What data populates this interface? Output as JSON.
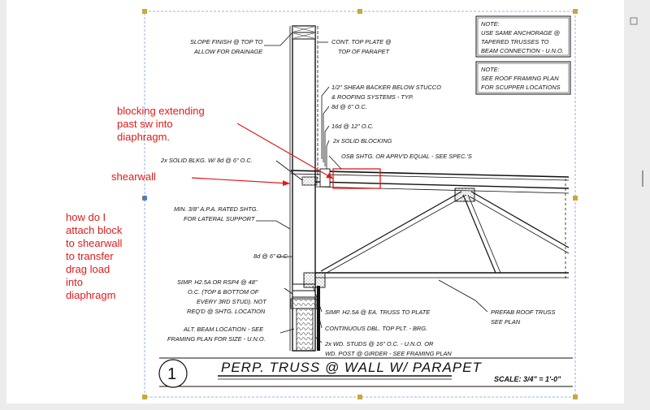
{
  "labels_left": [
    "SLOPE FINISH @ TOP TO",
    "ALLOW FOR DRAINAGE",
    "2x SOLID BLKG. W/ 8d @ 6\" O.C.",
    "MIN. 3/8\" A.P.A. RATED SHTG.",
    "FOR LATERAL SUPPORT",
    "8d @ 6\" O.C.",
    "SIMP. H2.5A OR RSP4 @ 48\"",
    "O.C. (TOP & BOTTOM OF",
    "EVERY 3RD STUD). NOT",
    "REQ'D @ SHTG. LOCATION",
    "ALT. BEAM LOCATION - SEE",
    "FRAMING PLAN FOR SIZE - U.N.O."
  ],
  "labels_right": [
    "CONT. TOP PLATE @",
    "TOP OF PARAPET",
    "1/2\" SHEAR BACKER BELOW STUCCO",
    "& ROOFING SYSTEMS - TYP.",
    "8d @ 6\" O.C.",
    "16d @ 12\" O.C.",
    "2x SOLID BLOCKING",
    "OSB SHTG. OR APRV'D EQUAL - SEE SPEC.'S",
    "SIMP. H2.5A @ EA. TRUSS TO PLATE",
    "CONTINUOUS DBL. TOP PLT. - BRG.",
    "2x WD. STUDS @ 16\" O.C. - U.N.O. OR",
    "WD. POST @ GIRDER - SEE FRAMING PLAN",
    "PREFAB ROOF TRUSS",
    "SEE PLAN"
  ],
  "notes": [
    [
      "NOTE:",
      "USE SAME ANCHORAGE @",
      "TAPERED TRUSSES TO",
      "BEAM CONNECTION - U.N.O."
    ],
    [
      "NOTE:",
      "SEE ROOF FRAMING PLAN",
      "FOR SCUPPER LOCATIONS"
    ]
  ],
  "annotations": [
    "blocking extending",
    "past sw into",
    "diaphragm.",
    "shearwall",
    "how do I",
    "attach block",
    "to shearwall",
    "to transfer",
    "drag load",
    "into",
    "diaphragm"
  ],
  "title_block": {
    "number": "1",
    "title": "PERP. TRUSS @ WALL W/ PARAPET",
    "scale": "SCALE: 3/4\" = 1'-0\""
  },
  "colors": {
    "annotation": "#e01a1a",
    "selection": "#7aa0d8",
    "handle": "#c8a83a",
    "handle_anchor": "#4a7fc0"
  }
}
